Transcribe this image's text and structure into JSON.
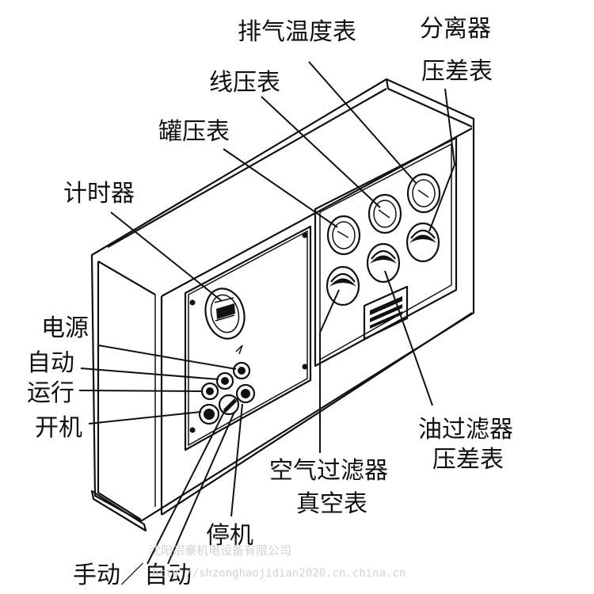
{
  "labels": {
    "exhaust_temp_gauge": "排气温度表",
    "separator": "分离器",
    "separator_dp_gauge": "压差表",
    "line_pressure_gauge": "线压表",
    "tank_pressure_gauge": "罐压表",
    "timer": "计时器",
    "power": "电源",
    "auto": "自动",
    "run": "运行",
    "start": "开机",
    "stop": "停机",
    "manual_auto": "手动／自动",
    "oil_filter_line1": "油过滤器",
    "oil_filter_line2": "压差表",
    "air_filter_line1": "空气过滤器",
    "air_filter_line2": "真空表"
  },
  "watermark": {
    "line1": "沈阳宗豪机电设备有限公司",
    "line2": "http://shzonghaojidian2020.cn.china.cn"
  }
}
